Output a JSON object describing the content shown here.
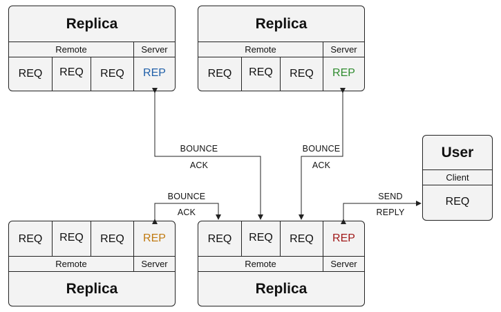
{
  "colors": {
    "rep_top_left": "#1f5fa8",
    "rep_top_right": "#2e8b2e",
    "rep_bottom_left": "#c07a10",
    "rep_bottom_right": "#a01818"
  },
  "replicas": [
    {
      "title": "Replica",
      "remote_label": "Remote",
      "server_label": "Server",
      "req1": "REQ",
      "req2": "REQ",
      "req3": "REQ",
      "rep": "REP"
    },
    {
      "title": "Replica",
      "remote_label": "Remote",
      "server_label": "Server",
      "req1": "REQ",
      "req2": "REQ",
      "req3": "REQ",
      "rep": "REP"
    },
    {
      "title": "Replica",
      "remote_label": "Remote",
      "server_label": "Server",
      "req1": "REQ",
      "req2": "REQ",
      "req3": "REQ",
      "rep": "REP"
    },
    {
      "title": "Replica",
      "remote_label": "Remote",
      "server_label": "Server",
      "req1": "REQ",
      "req2": "REQ",
      "req3": "REQ",
      "rep": "REP"
    }
  ],
  "user": {
    "title": "User",
    "client_label": "Client",
    "req": "REQ"
  },
  "links": {
    "a_bounce": "BOUNCE",
    "a_ack": "ACK",
    "b_bounce": "BOUNCE",
    "b_ack": "ACK",
    "c_bounce": "BOUNCE",
    "c_ack": "ACK",
    "d_send": "SEND",
    "d_reply": "REPLY"
  }
}
